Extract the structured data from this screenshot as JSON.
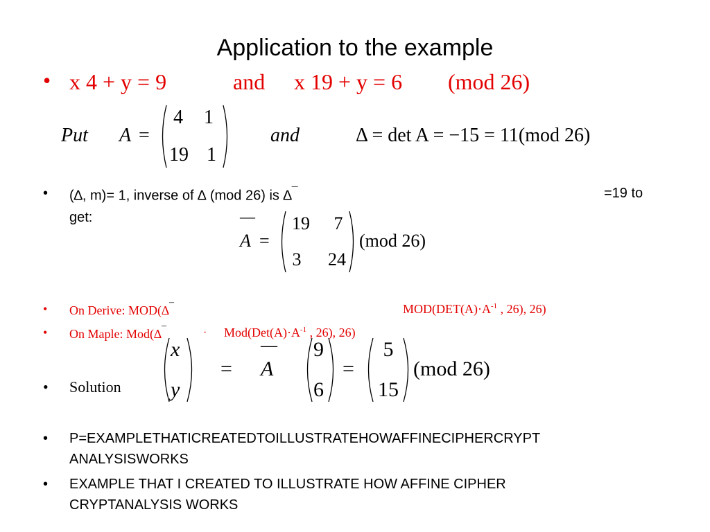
{
  "title": "Application to the example",
  "bullet_char": "•",
  "line1": {
    "eq1": "x 4 + y = 9",
    "and": "and",
    "eq2": "x 19 + y = 6",
    "mod": "(mod 26)"
  },
  "put": {
    "put_word": "Put",
    "A": "A",
    "eq": "=",
    "matrix": [
      [
        "4",
        "1"
      ],
      [
        "19",
        "1"
      ]
    ],
    "and_word": "and",
    "det_expr": "Δ = det A = −15 = 11(mod 26)"
  },
  "inverse": {
    "text_a": "(∆, m)= 1,  inverse of ∆ (mod 26) is ∆",
    "superscript": "¯",
    "text_b": "=19 to",
    "text_c": "get:"
  },
  "abar": {
    "bar": "—",
    "A": "A",
    "eq": "=",
    "matrix": [
      [
        "19",
        "7"
      ],
      [
        "3",
        "24"
      ]
    ],
    "mod": "(mod 26)"
  },
  "derive": {
    "label": "On Derive: MOD(∆",
    "superscript": "¯",
    "expr_a": "MOD(DET(A)·A",
    "expr_sup": "-1",
    "expr_b": " , 26), 26)"
  },
  "maple": {
    "label": "On Maple:  Mod(∆",
    "superscript": "¯",
    "dot": "·",
    "expr_a": "Mod(Det(A)·A",
    "expr_sup": "-1",
    "expr_b": " , 26), 26)"
  },
  "solution": {
    "label": "Solution",
    "vec1": [
      "x",
      "y"
    ],
    "eq": "=",
    "bar": "—",
    "A": "A",
    "vec2": [
      "9",
      "6"
    ],
    "vec3": [
      "5",
      "15"
    ],
    "mod": "(mod 26)"
  },
  "plaintext": {
    "line1": "P=EXAMPLETHATICREATEDTOILLUSTRATEHOWAFFINECIPHERCRYPT",
    "line2": "ANALYSISWORKS"
  },
  "sentence": {
    "line1": "EXAMPLE THAT I CREATED TO ILLUSTRATE HOW AFFINE CIPHER",
    "line2": "CRYPTANALYSIS WORKS"
  }
}
